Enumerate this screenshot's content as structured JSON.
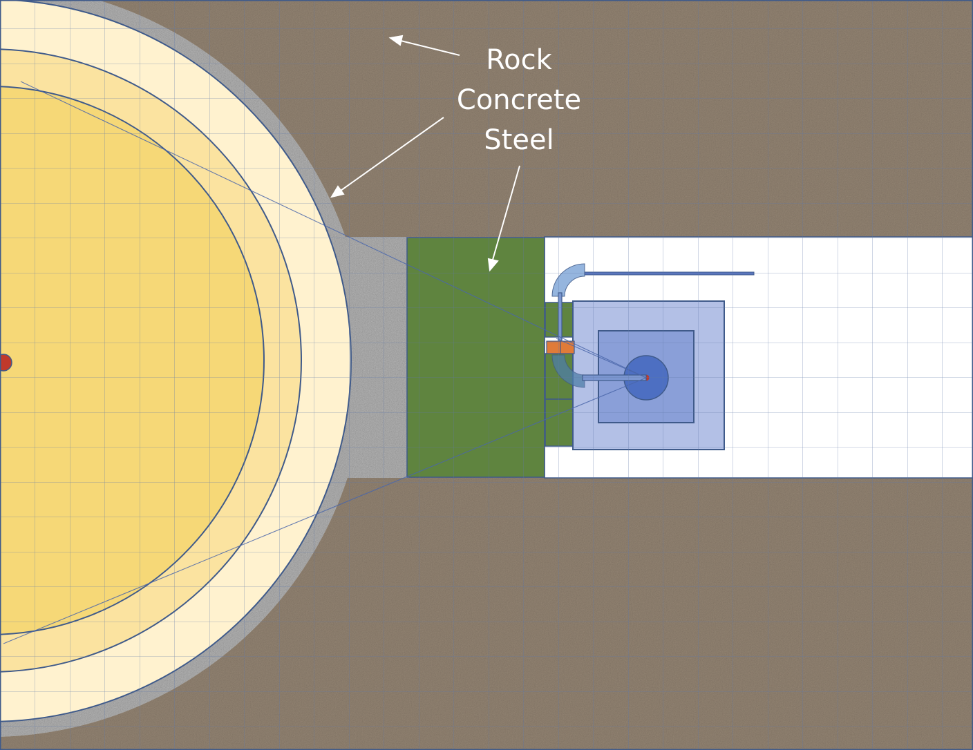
{
  "labels": {
    "rock": "Rock",
    "concrete": "Concrete",
    "steel": "Steel"
  },
  "colors": {
    "rock": "#9a8a78",
    "concrete": "#bdbdbd",
    "steel": "#5f843f",
    "ring_outer": "#fff2cf",
    "ring_middle": "#fbe3a0",
    "ring_inner": "#f6d877",
    "outline": "#3f5a8a",
    "grid": "#5f78a8",
    "box_outer": "#b3c0e6",
    "box_inner": "#8a9fd8",
    "disk": "#4d6fc2",
    "flange": "#e07b39",
    "source": "#c0392b",
    "tunnel": "#ffffff"
  }
}
